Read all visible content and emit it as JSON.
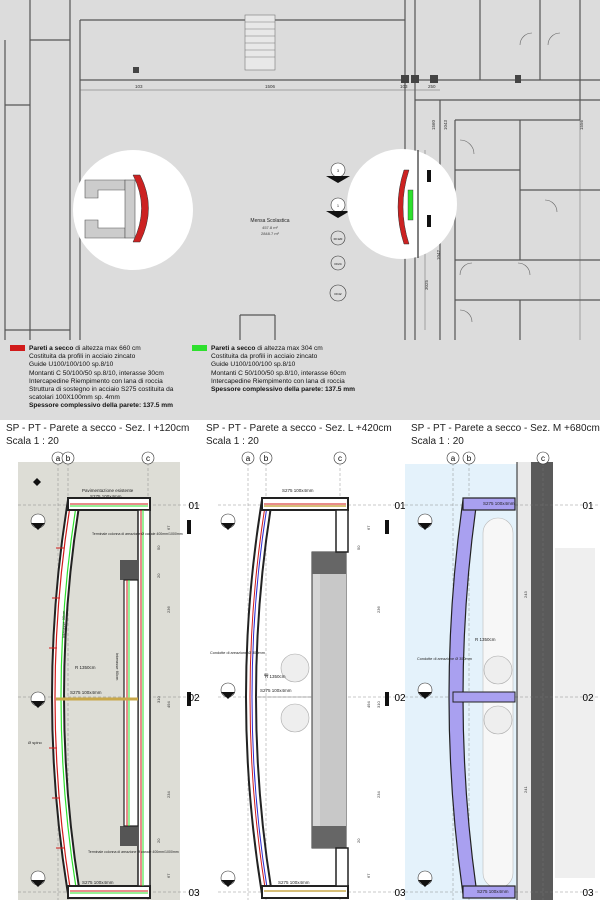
{
  "plan": {
    "room_name": "Mensa Scolastica",
    "room_area1": "457.8 m²",
    "room_area2": "2848.7 m²",
    "dims_top": [
      "103",
      "1506",
      "103",
      "250"
    ],
    "dims_right": [
      "1556",
      "1043",
      "1560",
      "67",
      "360",
      "1042",
      "3025"
    ],
    "symbols": [
      "3",
      "1",
      "1",
      "FF120",
      "FF24",
      "FF42"
    ]
  },
  "legend_red": {
    "color": "#d11a1a",
    "lines": [
      {
        "bold": "Pareti a secco",
        "text": " di altezza max 660 cm"
      },
      {
        "bold": "",
        "text": "Costituita da profili in acciaio zincato"
      },
      {
        "bold": "",
        "text": "Guide U100/100/100 sp.8/10"
      },
      {
        "bold": "",
        "text": "Montanti C 50/100/50 sp.8/10, interasse 30cm"
      },
      {
        "bold": "",
        "text": "Intercapedine Riempimento con lana di roccia"
      },
      {
        "bold": "",
        "text": "Struttura di sostegno in acciaio S275 costituita da"
      },
      {
        "bold": "",
        "text": "scatolari 100X100mm sp. 4mm"
      },
      {
        "bold": "Spessore complessivo della parete: 137.5 mm",
        "text": ""
      }
    ]
  },
  "legend_green": {
    "color": "#2ee02e",
    "lines": [
      {
        "bold": "Pareti a secco",
        "text": " di altezza max 304 cm"
      },
      {
        "bold": "",
        "text": "Costituita da profili in acciaio zincato"
      },
      {
        "bold": "",
        "text": "Guide U100/100/100 sp.8/10"
      },
      {
        "bold": "",
        "text": "Montanti C 50/100/50 sp.8/10, interasse 60cm"
      },
      {
        "bold": "",
        "text": "Intercapedine Riempimento con lana di roccia"
      },
      {
        "bold": "Spessore complessivo della parete: 137.5 mm",
        "text": ""
      }
    ]
  },
  "sections": [
    {
      "title": "SP - PT - Parete a secco - Sez. I +120cm",
      "scale": "Scala   1 : 20",
      "grid": [
        "a",
        "b",
        "c"
      ],
      "levels": [
        "01",
        "02",
        "03"
      ],
      "labels": {
        "top_note": "Pavimentazione esistente",
        "beam_top": "S275 100x4mm",
        "beam_mid": "S275 100x4mm",
        "beam_bot": "S275 100x4mm",
        "radius": "R 1350cm",
        "interasse1": "Interasse 30cm",
        "interasse2": "Interasse 60cm",
        "note_top": "Terminale colonna di areazione Ø canale 400mm/1000mm",
        "note_bot": "Terminale colonna di areazione Ø canale 400mm/1000mm",
        "nord": "Ø spino",
        "dim_right": [
          "67",
          "50",
          "20",
          "236",
          "310",
          "494",
          "234",
          "20",
          "67"
        ]
      }
    },
    {
      "title": "SP - PT - Parete a secco - Sez. L +420cm",
      "scale": "Scala   1 : 20",
      "grid": [
        "a",
        "b",
        "c"
      ],
      "levels": [
        "01",
        "02",
        "03"
      ],
      "labels": {
        "beam_top": "S275 100x4mm",
        "beam_mid": "S275 100x4mm",
        "beam_bot": "S275 100x4mm",
        "radius": "R 1350cm",
        "note": "Condotte di areazione Ø 350mm",
        "dim_small": "85",
        "dim_right": [
          "67",
          "50",
          "236",
          "310",
          "494",
          "234",
          "20",
          "67"
        ]
      }
    },
    {
      "title": "SP - PT - Parete a secco - Sez. M +680cm",
      "scale": "Scala   1 : 20",
      "grid": [
        "a",
        "b",
        "c"
      ],
      "levels": [
        "01",
        "02",
        "03"
      ],
      "labels": {
        "beam_top": "S275 100x4mm",
        "beam_bot": "S275 100x4mm",
        "radius": "R 1350cm",
        "note": "Condotte di areazione Ø 350mm",
        "dim_right": [
          "243",
          "241"
        ]
      }
    }
  ]
}
